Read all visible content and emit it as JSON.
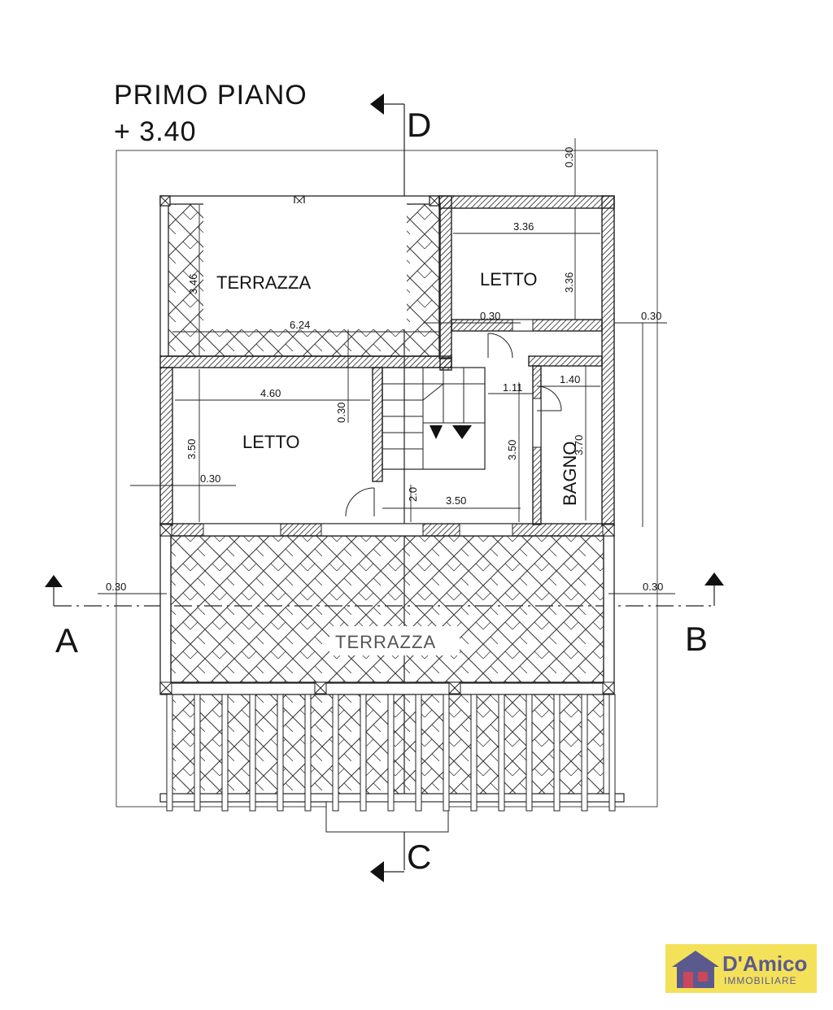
{
  "title": {
    "floor": "PRIMO  PIANO",
    "level": "+ 3.40"
  },
  "sections": {
    "a": "A",
    "b": "B",
    "c": "C",
    "d": "D"
  },
  "rooms": {
    "terrazza_top": "TERRAZZA",
    "letto_top_right": "LETTO",
    "letto_left": "LETTO",
    "bagno": "BAGNO",
    "terrazza_bottom": "TERRAZZA"
  },
  "dimensions": {
    "top_right_offset": "0.30",
    "letto_top_width": "3.36",
    "letto_top_height": "3.36",
    "letto_top_wall": "0.30",
    "right_wall_upper": "0.30",
    "terrazza_top_height": "3.46",
    "terrazza_top_width": "6.24",
    "letto_left_width": "4.60",
    "letto_left_wall": "0.30",
    "letto_left_height": "3.50",
    "left_wall": "0.30",
    "stair_dim": "1.11",
    "bagno_width": "1.40",
    "bagno_height": "3.70",
    "stair_height": "3.50",
    "corridor_height": "2.0",
    "corridor_width": "3.50",
    "terrace_left_wall": "0.30",
    "terrace_right_wall": "0.30"
  },
  "logo": {
    "name": "D'Amico",
    "subtitle": "IMMOBILIARE",
    "brand_color": "#5b5a8e",
    "background_color": "#f4e15a",
    "icon": "house-icon"
  },
  "colors": {
    "ink": "#1a1a1a",
    "hatch": "#3a3a3a"
  }
}
